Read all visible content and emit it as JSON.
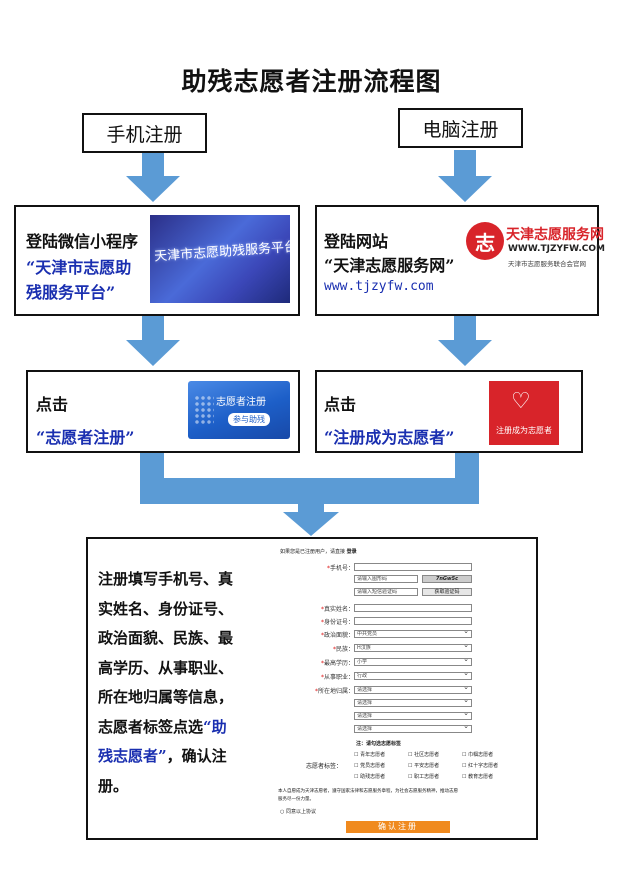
{
  "title": "助残志愿者注册流程图",
  "left": {
    "start": "手机注册",
    "step1_line1": "登陆微信小程序",
    "step1_line2": "“天津市志愿助",
    "step1_line3": "残服务平台”",
    "step1_image_text": "天津市志愿助残服务平台",
    "step2_line1": "点击",
    "step2_line2": "“志愿者注册”",
    "step2_image_title": "志愿者注册",
    "step2_image_button": "参与助残"
  },
  "right": {
    "start": "电脑注册",
    "step1_line1": "登陆网站",
    "step1_line2": "“天津志愿服务网”",
    "step1_url": "www.tjzyfw.com",
    "logo_glyph": "志",
    "logo_title": "天津志愿服务网",
    "logo_url": "WWW.TJZYFW.COM",
    "logo_sub": "天津市志愿服务联合会官网",
    "step2_line1": "点击",
    "step2_line2": "“注册成为志愿者”",
    "step2_image_text": "注册成为志愿者"
  },
  "final": {
    "lines": [
      "注册填写手机号、真",
      "实姓名、身份证号、",
      "政治面貌、民族、最",
      "高学历、从事职业、",
      "所在地归属等信息，"
    ],
    "line6_prefix": "志愿者标签点选",
    "line6_blue": "“助",
    "line7_blue": "残志愿者”",
    "line7_suffix": "，确认注",
    "line8": "册。"
  },
  "form": {
    "top_note": "如果您是已注册用户，请直接",
    "top_link": "登录",
    "phone_label": "手机号：",
    "captcha_placeholder": "请输入图形码",
    "captcha_text": "7nGw5c",
    "sms_placeholder": "请输入短信验证码",
    "sms_button": "获取验证码",
    "name_label": "真实姓名：",
    "id_label": "身份证号：",
    "political_label": "政治面貌：",
    "political_value": "中共党员",
    "ethnic_label": "民族：",
    "ethnic_value": "H汉族",
    "edu_label": "最高学历：",
    "edu_value": "小学",
    "job_label": "从事职业：",
    "job_value": "行政",
    "area_label": "所在地归属：",
    "area_values": [
      "请选择",
      "请选择",
      "请选择",
      "请选择"
    ],
    "tag_hint": "注：请勾选志愿标签",
    "tag_label": "志愿者标签：",
    "tags": [
      "青年志愿者",
      "社区志愿者",
      "巾帼志愿者",
      "党员志愿者",
      "平安志愿者",
      "红十字志愿者",
      "助残志愿者",
      "职工志愿者",
      "教育志愿者"
    ],
    "agreement_line1": "本人自愿成为天津志愿者，遵守国家法律和志愿服务章程，为社会志愿服务精神，推动志愿",
    "agreement_line2": "服务尽一份力量。",
    "agree_radio": "同意以上协议",
    "submit": "确认注册"
  },
  "colors": {
    "arrow": "#5b9bd5",
    "highlight_blue": "#1a2fb0",
    "brand_red": "#d8242a",
    "submit_orange": "#f08a1e"
  }
}
